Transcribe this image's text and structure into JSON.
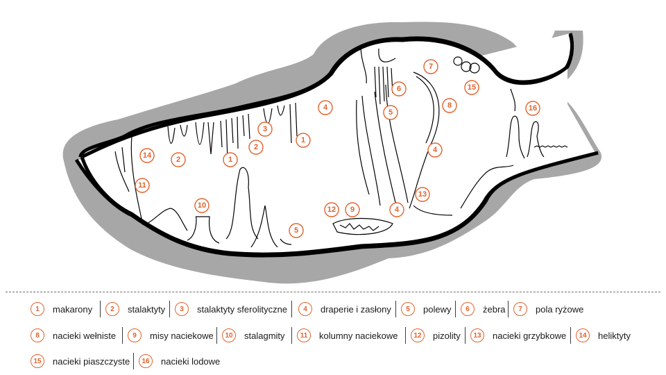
{
  "colors": {
    "accent": "#e2622b",
    "rock": "#a7a7a7",
    "outline": "#000000",
    "background": "#ffffff"
  },
  "diagram": {
    "markers": [
      "1",
      "1",
      "2",
      "2",
      "3",
      "4",
      "4",
      "4",
      "5",
      "5",
      "6",
      "7",
      "8",
      "9",
      "10",
      "11",
      "12",
      "13",
      "14",
      "15",
      "16"
    ]
  },
  "legend": {
    "items": [
      {
        "num": "1",
        "label": "makarony"
      },
      {
        "num": "2",
        "label": "stalaktyty"
      },
      {
        "num": "3",
        "label": "stalaktyty sferolityczne"
      },
      {
        "num": "4",
        "label": "draperie i zasłony"
      },
      {
        "num": "5",
        "label": "polewy"
      },
      {
        "num": "6",
        "label": "żebra"
      },
      {
        "num": "7",
        "label": "pola ryżowe"
      },
      {
        "num": "8",
        "label": "nacieki wełniste"
      },
      {
        "num": "9",
        "label": "misy naciekowe"
      },
      {
        "num": "10",
        "label": "stalagmity"
      },
      {
        "num": "11",
        "label": "kolumny naciekowe"
      },
      {
        "num": "12",
        "label": "pizolity"
      },
      {
        "num": "13",
        "label": "nacieki grzybkowe"
      },
      {
        "num": "14",
        "label": "heliktyty"
      },
      {
        "num": "15",
        "label": "nacieki piaszczyste"
      },
      {
        "num": "16",
        "label": "nacieki lodowe"
      }
    ]
  }
}
